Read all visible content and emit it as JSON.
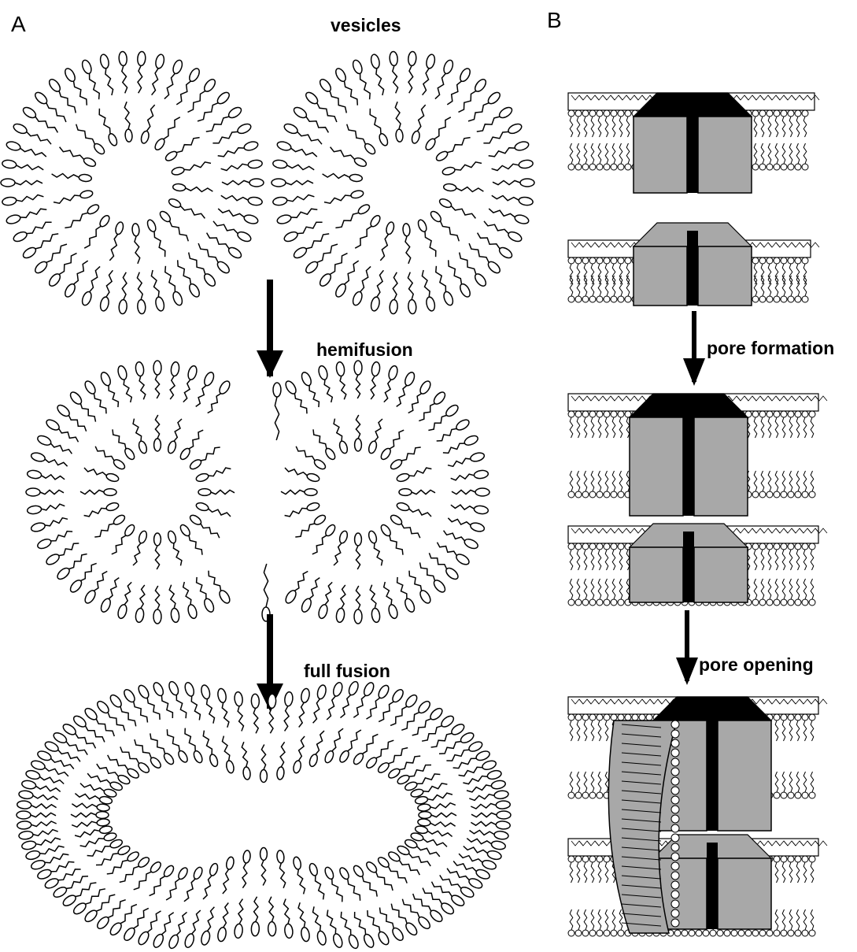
{
  "panels": {
    "a": {
      "label": "A",
      "stages": {
        "vesicles": "vesicles",
        "hemifusion": "hemifusion",
        "full_fusion": "full fusion"
      }
    },
    "b": {
      "label": "B",
      "steps": {
        "pore_formation": "pore formation",
        "pore_opening": "pore opening"
      }
    }
  },
  "colors": {
    "ink": "#000000",
    "background": "#ffffff",
    "protein_fill": "#a8a8a8"
  }
}
